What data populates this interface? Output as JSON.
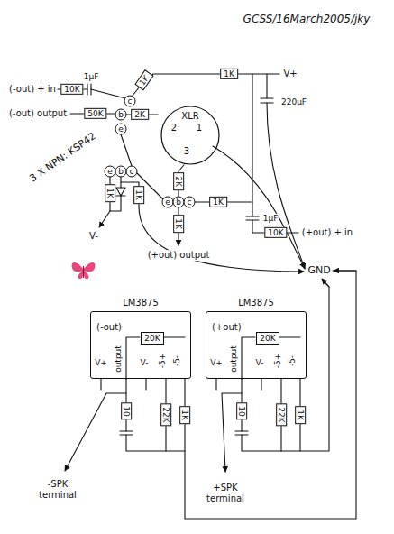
{
  "diagram": {
    "nodes": [
      {
        "text": [
          "XLR"
        ]
      },
      {
        "text": [
          "LM3875",
          "(-out)"
        ]
      },
      {
        "text": [
          "20K"
        ],
        "in": 1
      },
      {
        "text": [
          "LM3875",
          "(+out)"
        ]
      },
      {
        "text": [
          "20K"
        ],
        "in": 3
      }
    ],
    "labels": [
      "GCSS/16March2005/jky",
      "(-out) + in",
      "1μF",
      "10K",
      "1K",
      "1K",
      "V+",
      "(-out) output",
      "50K",
      "2K",
      "c",
      "b",
      "e",
      "220μF",
      "3 X NPN: KSP42",
      "2",
      "1",
      "3",
      "e",
      "b",
      "c",
      "2K",
      "e",
      "b",
      "c",
      "1K",
      "1μF",
      "10K",
      "(+out) + in",
      "1K",
      "1K",
      "V-",
      "1K",
      "(+out) output",
      "GND",
      "V+",
      "output",
      "V-",
      "-5+",
      "-5-",
      "V+",
      "output",
      "V-",
      "-5+",
      "-5-",
      "10",
      "22K",
      "1K",
      "10",
      "22K",
      "1K",
      "-SPK terminal",
      "+SPK terminal"
    ]
  }
}
